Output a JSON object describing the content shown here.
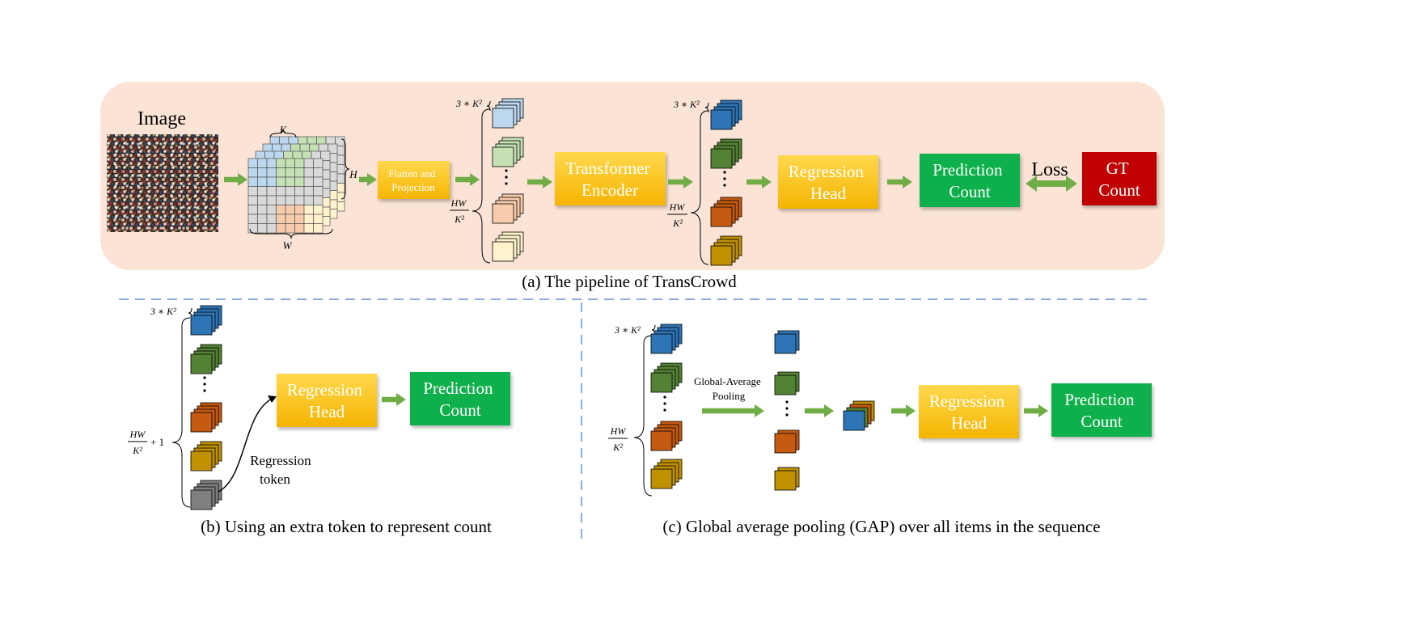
{
  "panel_a": {
    "image_label": "Image",
    "patch_k": "K",
    "patch_h": "H",
    "patch_w": "W",
    "flatten": [
      "Flatten and",
      "Projection"
    ],
    "token_dim": "3 ∗ K²",
    "seq_len_num": "HW",
    "seq_len_den": "K²",
    "transformer": [
      "Transformer",
      "Encoder"
    ],
    "regression_head": [
      "Regression",
      "Head"
    ],
    "prediction": [
      "Prediction",
      "Count"
    ],
    "loss": "Loss",
    "gt": [
      "GT",
      "Count"
    ],
    "caption": "(a) The pipeline of  TransCrowd"
  },
  "panel_b": {
    "token_dim": "3 ∗ K²",
    "seq_len_num": "HW",
    "seq_len_den": "K²",
    "seq_len_plus": "+ 1",
    "regression_head": [
      "Regression",
      "Head"
    ],
    "prediction": [
      "Prediction",
      "Count"
    ],
    "token_label": [
      "Regression",
      "token"
    ],
    "caption": "(b) Using an extra token to represent count"
  },
  "panel_c": {
    "token_dim": "3 ∗ K²",
    "seq_len_num": "HW",
    "seq_len_den": "K²",
    "gap_label": [
      "Global-Average",
      "Pooling"
    ],
    "regression_head": [
      "Regression",
      "Head"
    ],
    "prediction": [
      "Prediction",
      "Count"
    ],
    "caption": "(c) Global average pooling (GAP) over all items in the sequence"
  },
  "colors": {
    "panel_bg": "#fbe3d6",
    "arrow": "#70ad47",
    "yellow_top": "#ffd54a",
    "yellow_bottom": "#f5b800",
    "green": "#0db04b",
    "red": "#c00000",
    "blue": "#2e75b6",
    "dark_green": "#548235",
    "orange": "#c55a11",
    "gold": "#bf9000",
    "gray": "#7f7f7f",
    "light_blue": "#bdd7ee",
    "light_green": "#c5e0b4",
    "light_orange": "#f8cbad",
    "light_yellow": "#fff2cc",
    "dashed": "#8faadc"
  }
}
